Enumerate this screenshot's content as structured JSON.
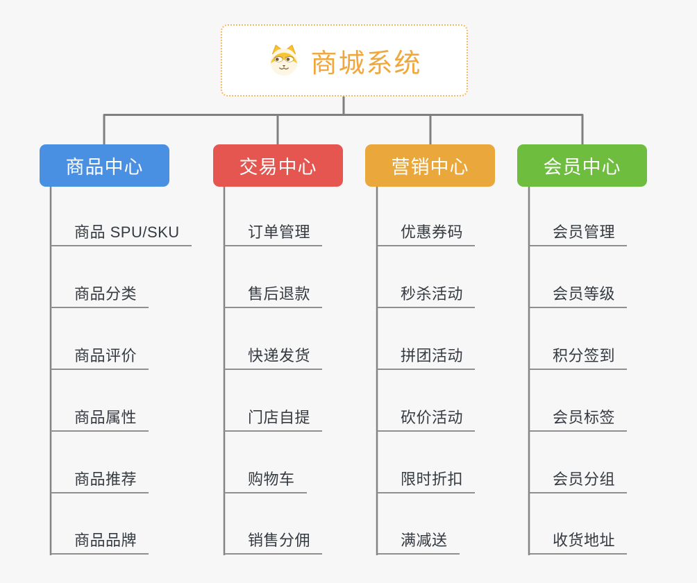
{
  "canvas": {
    "background": "#f7f7f7",
    "connector_color": "#7f7f7f",
    "underline_color": "#8f8f8f"
  },
  "root": {
    "label": "商城系统",
    "icon": "dog-face-icon",
    "text_color": "#f0a73e",
    "border_color": "#f5bb63",
    "background": "#ffffff"
  },
  "branches": [
    {
      "label": "商品中心",
      "color": "#4a90e2",
      "children": [
        "商品 SPU/SKU",
        "商品分类",
        "商品评价",
        "商品属性",
        "商品推荐",
        "商品品牌"
      ]
    },
    {
      "label": "交易中心",
      "color": "#e4564f",
      "children": [
        "订单管理",
        "售后退款",
        "快递发货",
        "门店自提",
        "购物车",
        "销售分佣"
      ]
    },
    {
      "label": "营销中心",
      "color": "#eaa83c",
      "children": [
        "优惠券码",
        "秒杀活动",
        "拼团活动",
        "砍价活动",
        "限时折扣",
        "满减送"
      ]
    },
    {
      "label": "会员中心",
      "color": "#6ebd3f",
      "children": [
        "会员管理",
        "会员等级",
        "积分签到",
        "会员标签",
        "会员分组",
        "收货地址"
      ]
    }
  ]
}
